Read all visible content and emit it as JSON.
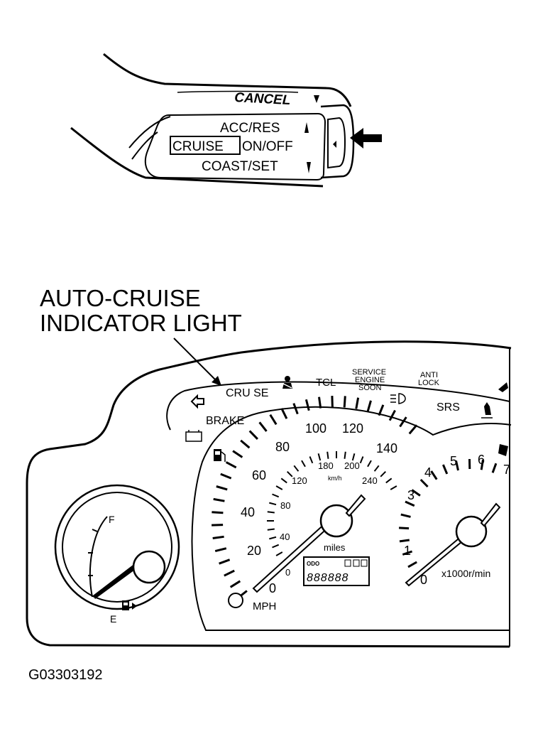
{
  "figure_id": "G03303192",
  "callout": {
    "line1": "AUTO-CRUISE",
    "line2": "INDICATOR LIGHT"
  },
  "cruise_switch": {
    "cancel": "CANCEL",
    "acc_res": "ACC/RES",
    "cruise": "CRUISE",
    "on_off": "ON/OFF",
    "coast_set": "COAST/SET"
  },
  "cluster": {
    "warning_labels": {
      "cruise": "CRU SE",
      "brake": "BRAKE",
      "tcl": "TCL",
      "service_l1": "SERVICE",
      "service_l2": "ENGINE",
      "service_l3": "SOON",
      "anti_l1": "ANTI",
      "anti_l2": "LOCK",
      "srs": "SRS"
    },
    "fuel_gauge": {
      "full": "F",
      "empty": "E"
    },
    "speedometer": {
      "mph_ticks": [
        "0",
        "20",
        "40",
        "60",
        "80",
        "100",
        "120",
        "140"
      ],
      "kmh_ticks": [
        "0",
        "40",
        "80",
        "120",
        "180",
        "200",
        "240"
      ],
      "kmh_unit": "km/h",
      "odo_unit": "miles",
      "odo_label": "ODO",
      "odo_value": "888888",
      "unit": "MPH"
    },
    "tachometer": {
      "ticks": [
        "0",
        "1",
        "3",
        "4",
        "5",
        "6",
        "7"
      ],
      "unit": "x1000r/min"
    }
  }
}
